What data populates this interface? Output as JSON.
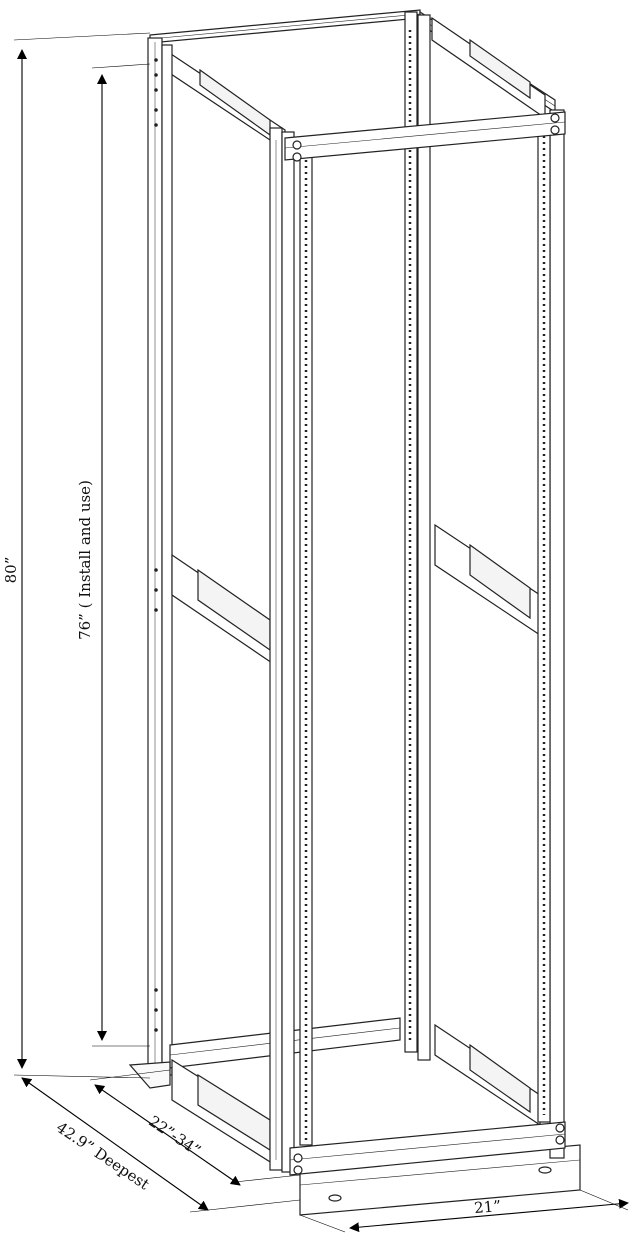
{
  "labels": {
    "height_overall": "80”",
    "height_usable": "76” ( Install and use)",
    "depth_adjustable": "22”-34”",
    "depth_max": "42.9” Deepest",
    "width": "21”"
  }
}
